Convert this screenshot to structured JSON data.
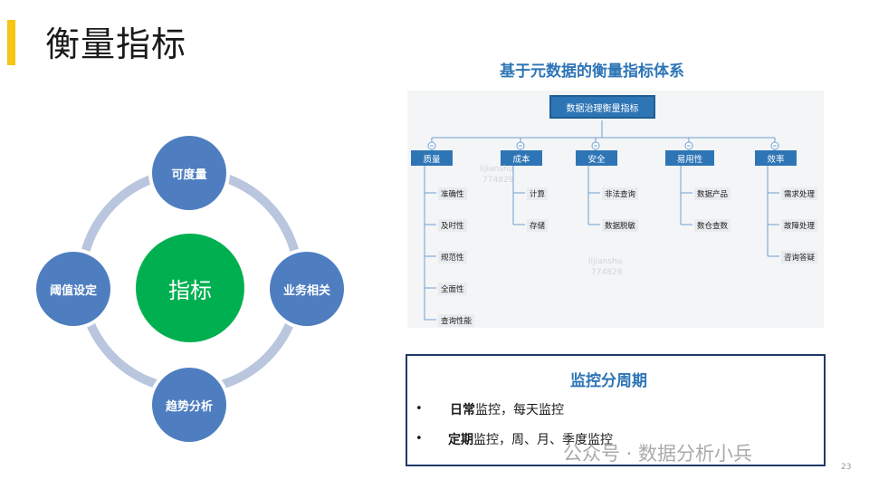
{
  "page": {
    "title": "衡量指标",
    "page_number": "23"
  },
  "cycle": {
    "center": "指标",
    "top": "可度量",
    "right": "业务相关",
    "bottom": "趋势分析",
    "left": "阈值设定"
  },
  "tree": {
    "title": "基于元数据的衡量指标体系",
    "root": "数据治理衡量指标",
    "categories": [
      {
        "label": "质量",
        "items": [
          "准确性",
          "及时性",
          "规范性",
          "全面性",
          "查询性能"
        ]
      },
      {
        "label": "成本",
        "items": [
          "计算",
          "存储"
        ]
      },
      {
        "label": "安全",
        "items": [
          "非法查询",
          "数据脱敏"
        ]
      },
      {
        "label": "易用性",
        "items": [
          "数据产品",
          "数仓查数"
        ]
      },
      {
        "label": "效率",
        "items": [
          "需求处理",
          "故障处理",
          "咨询答疑"
        ]
      }
    ],
    "watermarks": [
      "lijianshu",
      "774829"
    ]
  },
  "monitor": {
    "title": "监控分周期",
    "bullets": [
      {
        "bold": "日常",
        "rest": "监控，每天监控"
      },
      {
        "bold": "定期",
        "rest": "监控，周、月、季度监控"
      }
    ]
  },
  "footer_watermark": "公众号 · 数据分析小兵"
}
